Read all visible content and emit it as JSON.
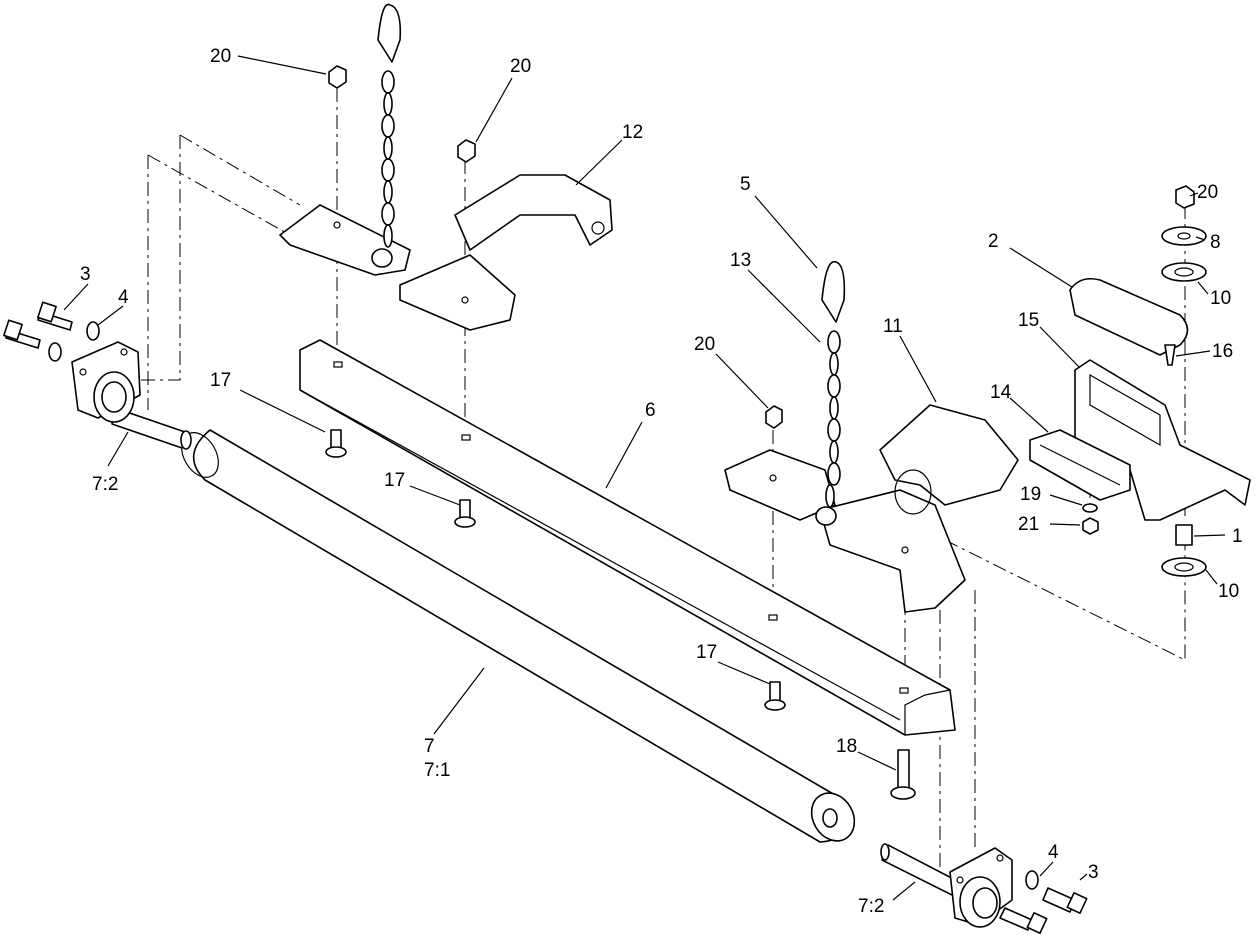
{
  "callouts": [
    {
      "id": "c20a",
      "text": "20"
    },
    {
      "id": "c20b",
      "text": "20"
    },
    {
      "id": "c12",
      "text": "12"
    },
    {
      "id": "c3a",
      "text": "3"
    },
    {
      "id": "c4a",
      "text": "4"
    },
    {
      "id": "c72a",
      "text": "7:2"
    },
    {
      "id": "c17a",
      "text": "17"
    },
    {
      "id": "c17b",
      "text": "17"
    },
    {
      "id": "c6",
      "text": "6"
    },
    {
      "id": "c5",
      "text": "5"
    },
    {
      "id": "c13",
      "text": "13"
    },
    {
      "id": "c20c",
      "text": "20"
    },
    {
      "id": "c11",
      "text": "11"
    },
    {
      "id": "c20d",
      "text": "20"
    },
    {
      "id": "c2",
      "text": "2"
    },
    {
      "id": "c8",
      "text": "8"
    },
    {
      "id": "c15",
      "text": "15"
    },
    {
      "id": "c10a",
      "text": "10"
    },
    {
      "id": "c16",
      "text": "16"
    },
    {
      "id": "c14",
      "text": "14"
    },
    {
      "id": "c19",
      "text": "19"
    },
    {
      "id": "c21",
      "text": "21"
    },
    {
      "id": "c1",
      "text": "1"
    },
    {
      "id": "c10b",
      "text": "10"
    },
    {
      "id": "c17c",
      "text": "17"
    },
    {
      "id": "c7",
      "text": "7"
    },
    {
      "id": "c71",
      "text": "7:1"
    },
    {
      "id": "c18",
      "text": "18"
    },
    {
      "id": "c4b",
      "text": "4"
    },
    {
      "id": "c3b",
      "text": "3"
    },
    {
      "id": "c72b",
      "text": "7:2"
    }
  ]
}
